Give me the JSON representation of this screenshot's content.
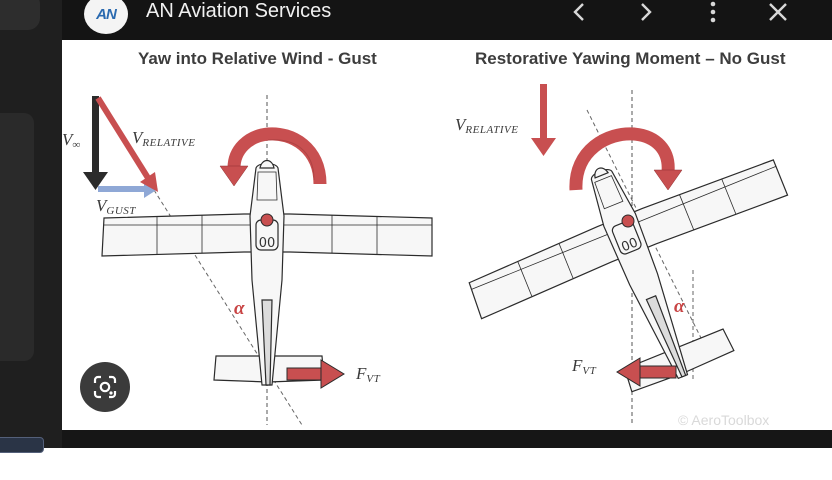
{
  "viewer": {
    "site_title": "AN Aviation Services",
    "logo_text": "AN",
    "icons": {
      "previous": "chevron-left-icon",
      "next": "chevron-right-icon",
      "more": "more-vertical-icon",
      "close": "close-icon",
      "lens": "google-lens-icon"
    }
  },
  "diagram": {
    "left": {
      "title": "Yaw into Relative Wind - Gust",
      "v_inf": "V",
      "v_inf_sub": "∞",
      "v_rel": "V",
      "v_rel_sub": "RELATIVE",
      "v_gust": "V",
      "v_gust_sub": "GUST",
      "alpha": "α",
      "fvt": "F",
      "fvt_sub": "VT"
    },
    "right": {
      "title": "Restorative Yawing Moment – No Gust",
      "v_rel": "V",
      "v_rel_sub": "RELATIVE",
      "alpha": "α",
      "fvt": "F",
      "fvt_sub": "VT"
    },
    "watermark": "© AeroToolbox",
    "colors": {
      "arrow_red": "#c84f50",
      "arrow_gust": "#8fa8d6",
      "outline": "#2b2b2b"
    }
  }
}
